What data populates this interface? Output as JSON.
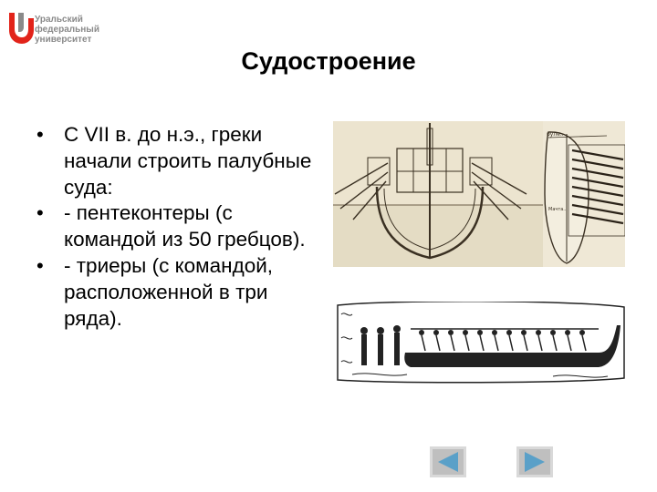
{
  "logo": {
    "lines": [
      "Уральский",
      "федеральный",
      "университет"
    ],
    "colors": {
      "primary": "#e2231a",
      "secondary": "#8a8a8a"
    }
  },
  "slide": {
    "title": "Судостроение",
    "bullets": [
      "С VII в. до н.э., греки начали строить палубные суда:",
      "- пентеконтеры (с командой из 50 гребцов).",
      "- триеры (с командой, расположенной в три ряда)."
    ]
  },
  "figure_top": {
    "label_top": "руле..",
    "label_mid": "Мачта.."
  },
  "navigation": {
    "prev_icon": "arrow-left-icon",
    "next_icon": "arrow-right-icon",
    "button_color": "#5aa0c8"
  }
}
